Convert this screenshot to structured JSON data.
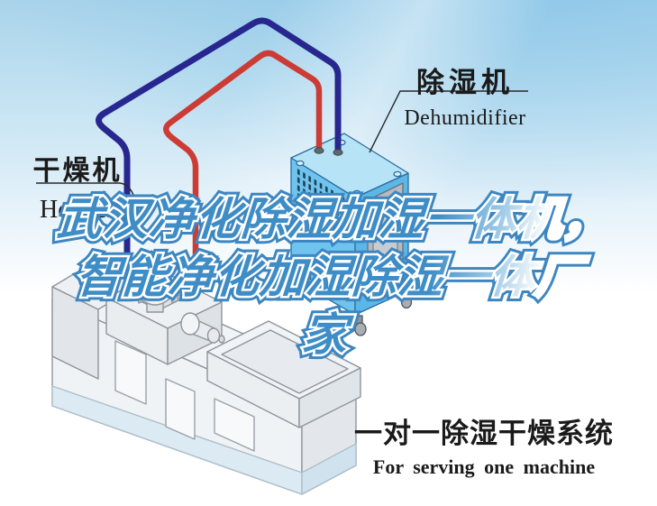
{
  "scene": {
    "watermark": {
      "line1": "武汉净化除湿加湿一体机，",
      "line2": "智能净化加湿除湿一体厂",
      "line3": "家"
    },
    "labels": {
      "hopper_zh": "干燥机",
      "hopper_en": "Hopper",
      "dehumidifier_zh": "除湿机",
      "dehumidifier_en": "Dehumidifier"
    },
    "tagline": {
      "zh": "一对一除湿干燥系统",
      "en": "For serving one machine"
    },
    "colors": {
      "sky_blue": "#a9d3ea",
      "return_hose_blue": "#27278f",
      "supply_hose_red": "#cd3b35",
      "dehumidifier_front": "#6ec4ee",
      "dehumidifier_top": "#b7e3f7",
      "dehumidifier_side": "#5cb6e8",
      "watermark_fill_blue": "#3e8dc6",
      "watermark_outline_blue": "#3d86c0",
      "label_text": "#1a1a1a"
    }
  }
}
